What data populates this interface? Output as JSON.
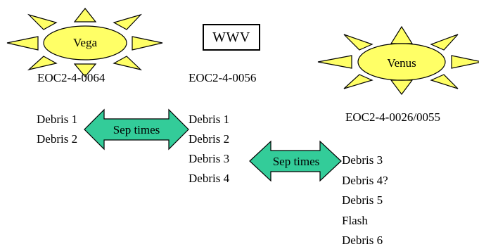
{
  "colors": {
    "sun_fill": "#ffff66",
    "arrow_fill": "#33cc99",
    "stroke": "#000000"
  },
  "suns": [
    {
      "id": "vega",
      "label": "Vega",
      "code": "EOC2-4-0064"
    },
    {
      "id": "venus",
      "label": "Venus",
      "code": "EOC2-4-0026/0055"
    }
  ],
  "wwv": {
    "label": "WWV",
    "code": "EOC2-4-0056"
  },
  "arrows": [
    {
      "label": "Sep times"
    },
    {
      "label": "Sep times"
    }
  ],
  "lists": {
    "vega": [
      "Debris 1",
      "Debris 2"
    ],
    "wwv": [
      "Debris 1",
      "Debris 2",
      "Debris 3",
      "Debris 4"
    ],
    "venus": [
      "Debris 3",
      "Debris 4?",
      "Debris 5",
      "Flash",
      "Debris 6"
    ]
  }
}
